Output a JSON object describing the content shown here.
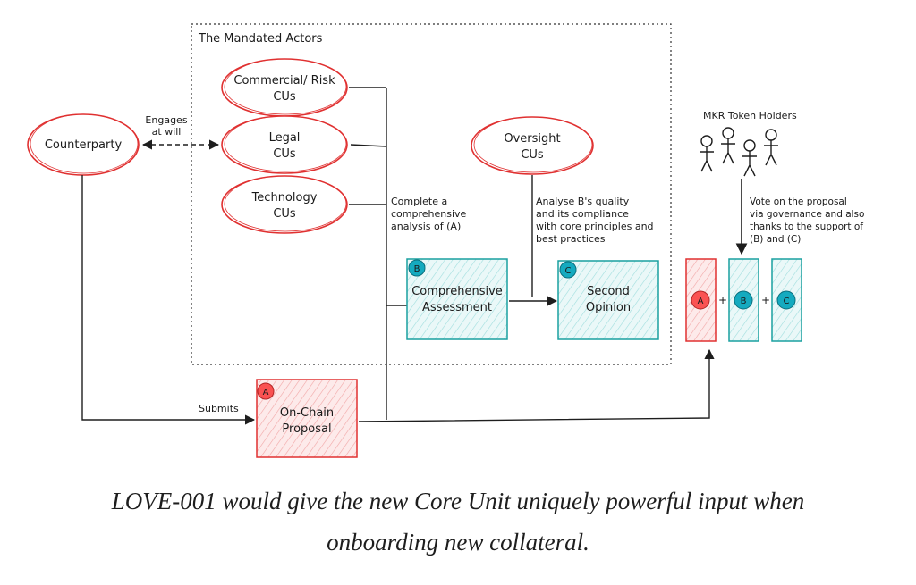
{
  "region_title": "The Mandated Actors",
  "nodes": {
    "counterparty": "Counterparty",
    "commercial_risk": [
      "Commercial/ Risk",
      "CUs"
    ],
    "legal": [
      "Legal",
      "CUs"
    ],
    "technology": [
      "Technology",
      "CUs"
    ],
    "oversight": [
      "Oversight",
      "CUs"
    ],
    "comprehensive_assessment": {
      "badge": "B",
      "lines": [
        "Comprehensive",
        "Assessment"
      ]
    },
    "second_opinion": {
      "badge": "C",
      "lines": [
        "Second",
        "Opinion"
      ]
    },
    "on_chain_proposal": {
      "badge": "A",
      "lines": [
        "On-Chain",
        "Proposal"
      ]
    },
    "mkr_holders": "MKR Token Holders"
  },
  "edge_labels": {
    "engages": [
      "Engages",
      "at will"
    ],
    "complete_analysis": [
      "Complete a",
      "comprehensive",
      "analysis of (A)"
    ],
    "analyse_quality": [
      "Analyse B's quality",
      "and its compliance",
      "with core principles and",
      "best practices"
    ],
    "vote": [
      "Vote on the proposal",
      "via governance and also",
      "thanks to the support of",
      "(B) and (C)"
    ],
    "submits": "Submits"
  },
  "voting_boxes": [
    {
      "badge": "A"
    },
    {
      "badge": "B"
    },
    {
      "badge": "C"
    }
  ],
  "plus_sign": "+",
  "colors": {
    "ellipse_stroke": "#e03131",
    "pink_fill": "#fbe3e3",
    "pink_stroke": "#e03131",
    "cyan_fill": "#e3f6f6",
    "cyan_stroke": "#1aa0a0",
    "badge_red": "#fa5252",
    "badge_teal": "#15aabf",
    "ink": "#1e1e1e"
  },
  "caption": [
    "LOVE-001 would give the new Core Unit uniquely powerful input when",
    "onboarding new collateral."
  ]
}
